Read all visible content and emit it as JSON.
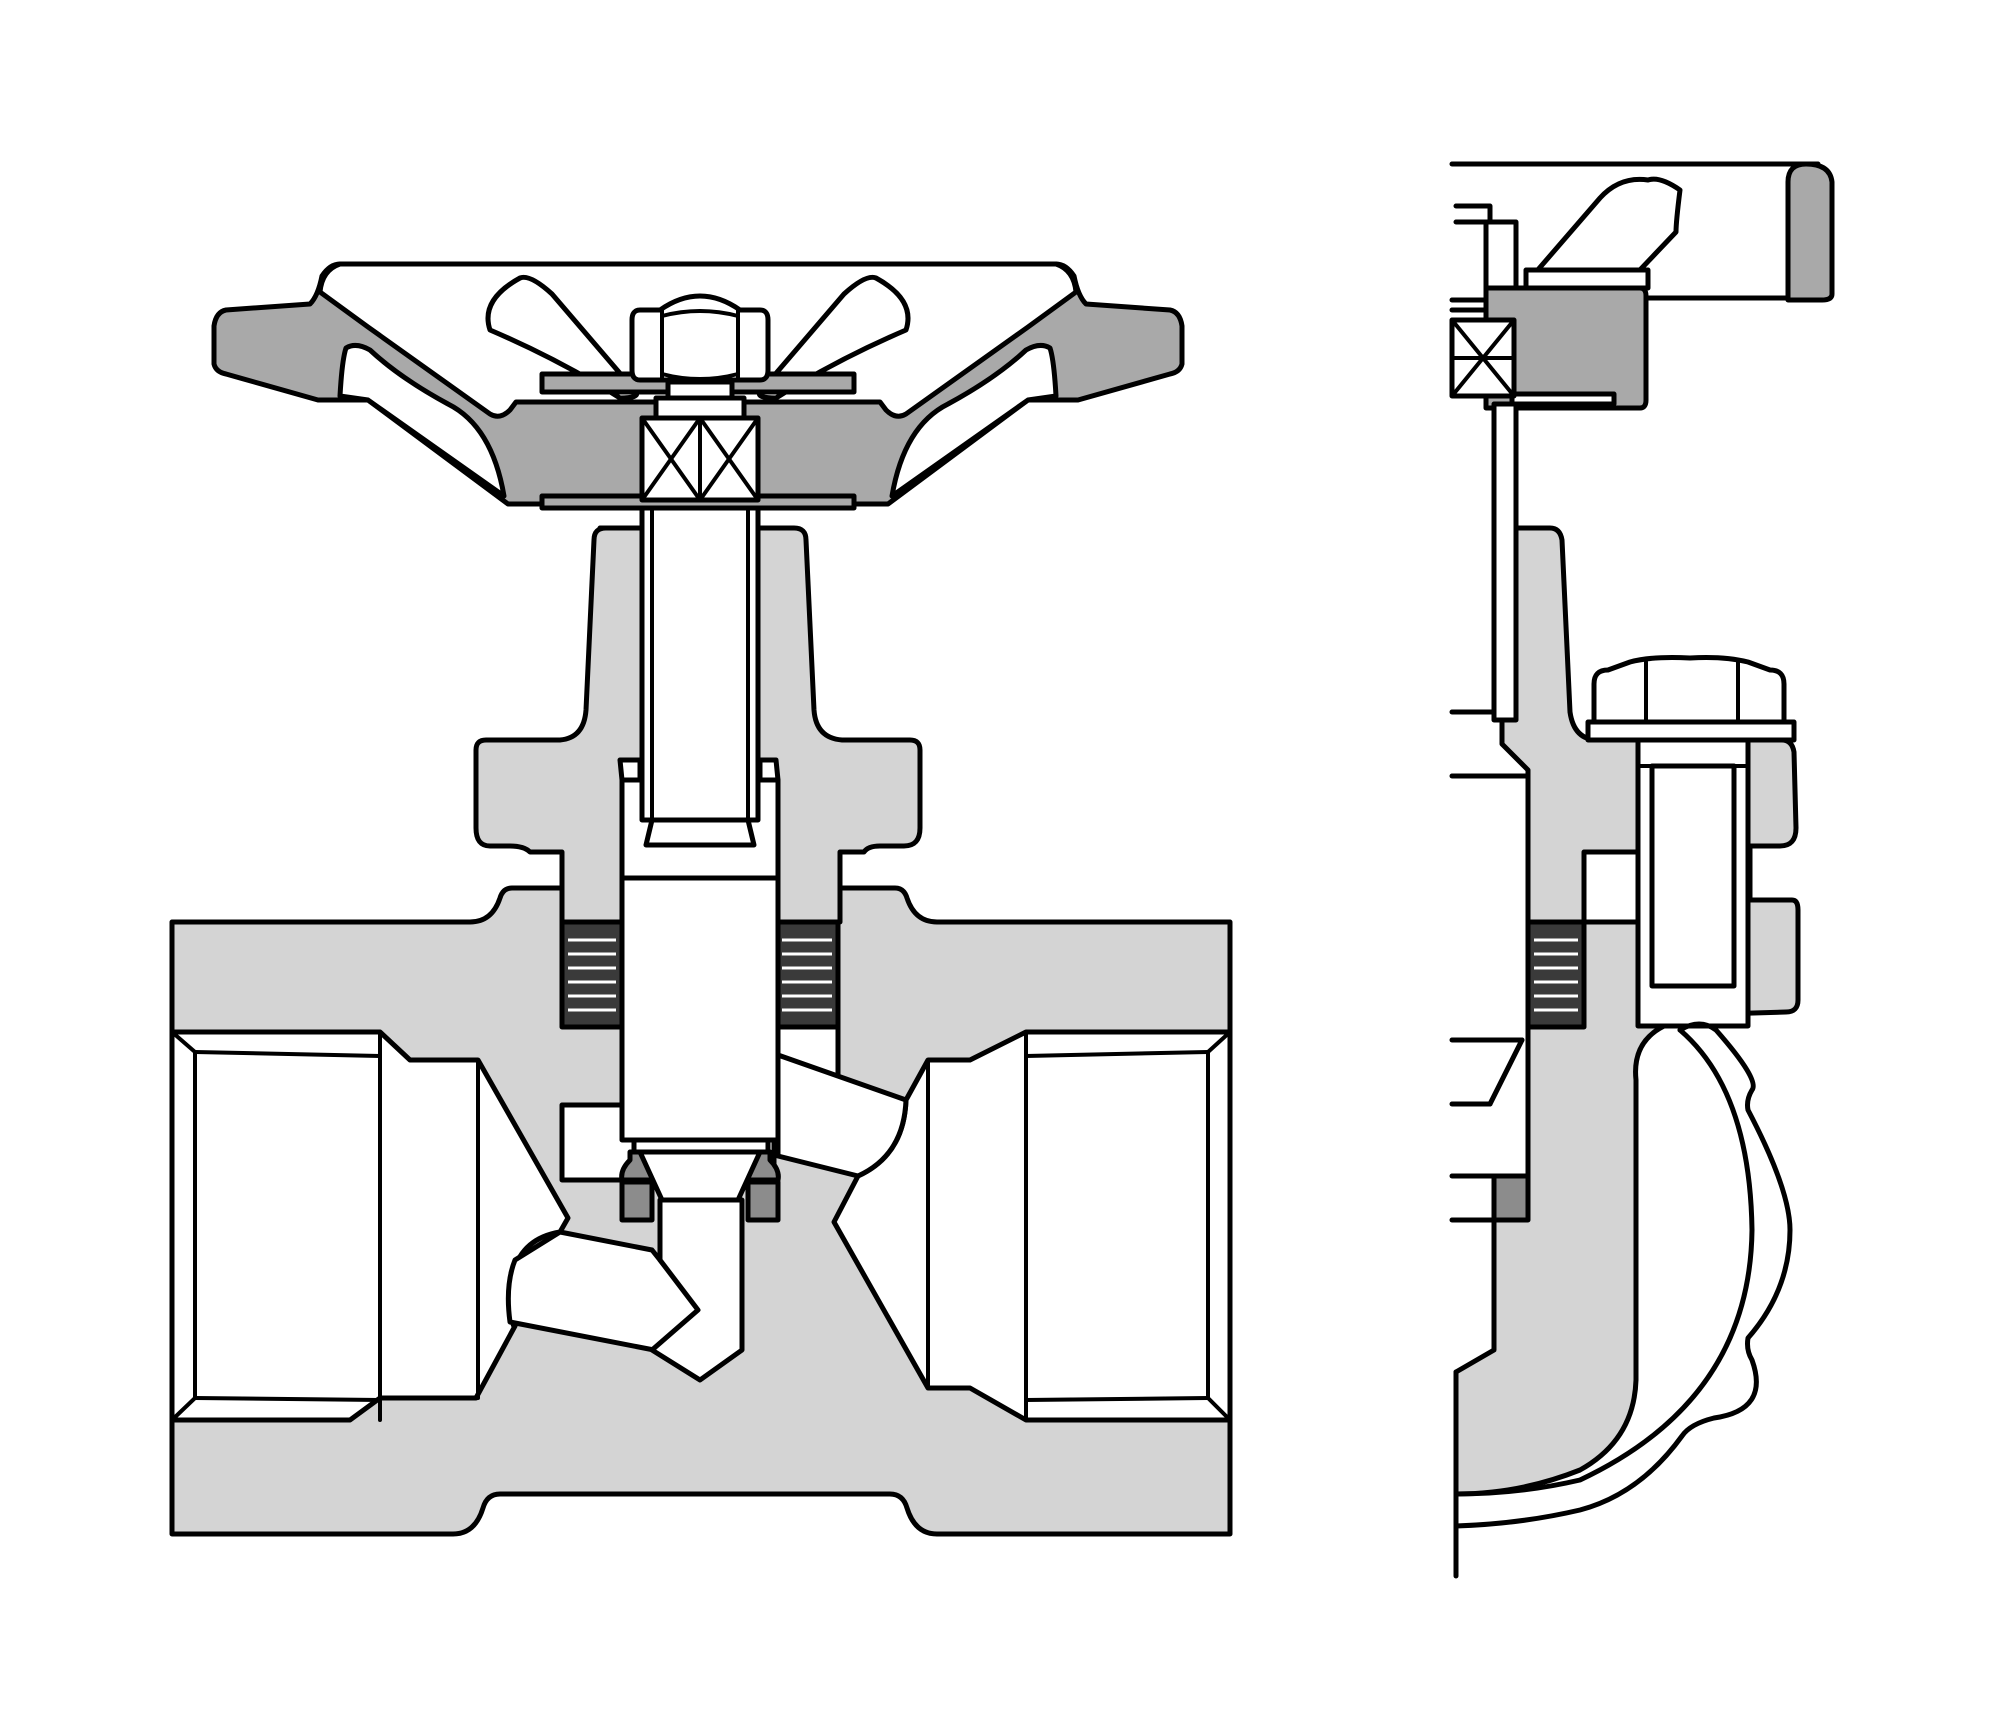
{
  "drawing": {
    "kind": "engineering cross-section",
    "views": [
      "front-section",
      "side-section"
    ],
    "labels": []
  },
  "colors": {
    "background": "#ffffff",
    "outline": "#000000",
    "body_fill": "#d4d4d4",
    "handwheel_fill": "#a9a9a9",
    "dark_fill": "#8c8c8c",
    "packing_fill": "#3a3a3a"
  }
}
